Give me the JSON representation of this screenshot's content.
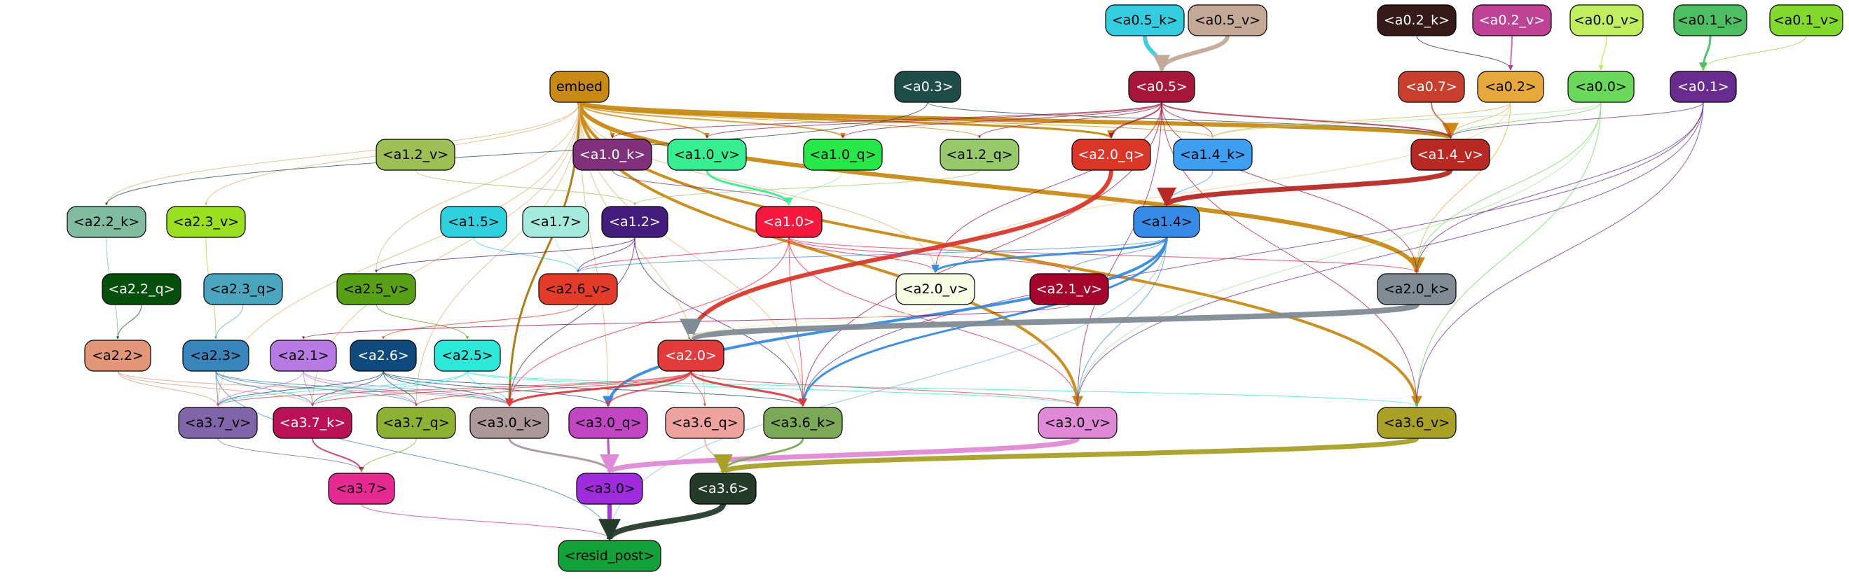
{
  "nodes": [
    {
      "id": "a0_5_k",
      "label": "<a0.5_k>",
      "fill": "#34cde0",
      "text": "#000000"
    },
    {
      "id": "a0_5_v",
      "label": "<a0.5_v>",
      "fill": "#c4a996",
      "text": "#000000"
    },
    {
      "id": "a0_2_k",
      "label": "<a0.2_k>",
      "fill": "#361919",
      "text": "#ffffff"
    },
    {
      "id": "a0_2_v",
      "label": "<a0.2_v>",
      "fill": "#be4395",
      "text": "#ffffff"
    },
    {
      "id": "a0_0_v",
      "label": "<a0.0_v>",
      "fill": "#c1ee5f",
      "text": "#000000"
    },
    {
      "id": "a0_1_k",
      "label": "<a0.1_k>",
      "fill": "#4bbf62",
      "text": "#000000"
    },
    {
      "id": "a0_1_v",
      "label": "<a0.1_v>",
      "fill": "#83d92e",
      "text": "#000000"
    },
    {
      "id": "embed",
      "label": "embed",
      "fill": "#c88a12",
      "text": "#000000"
    },
    {
      "id": "a0_3",
      "label": "<a0.3>",
      "fill": "#1f4d47",
      "text": "#ffffff"
    },
    {
      "id": "a0_5",
      "label": "<a0.5>",
      "fill": "#a5163a",
      "text": "#ffffff"
    },
    {
      "id": "a0_7",
      "label": "<a0.7>",
      "fill": "#c8402d",
      "text": "#ffffff"
    },
    {
      "id": "a0_2",
      "label": "<a0.2>",
      "fill": "#e6a838",
      "text": "#000000"
    },
    {
      "id": "a0_0",
      "label": "<a0.0>",
      "fill": "#6ad85b",
      "text": "#000000"
    },
    {
      "id": "a0_1",
      "label": "<a0.1>",
      "fill": "#682b8e",
      "text": "#ffffff"
    },
    {
      "id": "a1_2_v",
      "label": "<a1.2_v>",
      "fill": "#9ebf55",
      "text": "#000000"
    },
    {
      "id": "a1_0_k",
      "label": "<a1.0_k>",
      "fill": "#7f317a",
      "text": "#ffffff"
    },
    {
      "id": "a1_0_v",
      "label": "<a1.0_v>",
      "fill": "#38ee92",
      "text": "#000000"
    },
    {
      "id": "a1_0_q",
      "label": "<a1.0_q>",
      "fill": "#27e848",
      "text": "#000000"
    },
    {
      "id": "a1_2_q",
      "label": "<a1.2_q>",
      "fill": "#97c96a",
      "text": "#000000"
    },
    {
      "id": "a2_0_q",
      "label": "<a2.0_q>",
      "fill": "#db3729",
      "text": "#ffffff"
    },
    {
      "id": "a1_4_k",
      "label": "<a1.4_k>",
      "fill": "#3fa0f1",
      "text": "#000000"
    },
    {
      "id": "a1_4_v",
      "label": "<a1.4_v>",
      "fill": "#b92924",
      "text": "#ffffff"
    },
    {
      "id": "a2_2_k",
      "label": "<a2.2_k>",
      "fill": "#7fbca0",
      "text": "#000000"
    },
    {
      "id": "a2_3_v",
      "label": "<a2.3_v>",
      "fill": "#9ae021",
      "text": "#000000"
    },
    {
      "id": "a1_5",
      "label": "<a1.5>",
      "fill": "#30d1de",
      "text": "#000000"
    },
    {
      "id": "a1_7",
      "label": "<a1.7>",
      "fill": "#a4ebde",
      "text": "#000000"
    },
    {
      "id": "a1_2",
      "label": "<a1.2>",
      "fill": "#431d7c",
      "text": "#ffffff"
    },
    {
      "id": "a1_0",
      "label": "<a1.0>",
      "fill": "#f51a3d",
      "text": "#ffffff"
    },
    {
      "id": "a1_4",
      "label": "<a1.4>",
      "fill": "#358be5",
      "text": "#000000"
    },
    {
      "id": "a2_2_q",
      "label": "<a2.2_q>",
      "fill": "#04500c",
      "text": "#ffffff"
    },
    {
      "id": "a2_3_q",
      "label": "<a2.3_q>",
      "fill": "#4aa5be",
      "text": "#000000"
    },
    {
      "id": "a2_5_v",
      "label": "<a2.5_v>",
      "fill": "#58a117",
      "text": "#000000"
    },
    {
      "id": "a2_6_v",
      "label": "<a2.6_v>",
      "fill": "#e33d2a",
      "text": "#000000"
    },
    {
      "id": "a2_0_v",
      "label": "<a2.0_v>",
      "fill": "#f6fde4",
      "text": "#000000"
    },
    {
      "id": "a2_1_v",
      "label": "<a2.1_v>",
      "fill": "#a4032c",
      "text": "#ffffff"
    },
    {
      "id": "a2_0_k",
      "label": "<a2.0_k>",
      "fill": "#808b93",
      "text": "#000000"
    },
    {
      "id": "a2_2",
      "label": "<a2.2>",
      "fill": "#e39577",
      "text": "#000000"
    },
    {
      "id": "a2_3",
      "label": "<a2.3>",
      "fill": "#3785ba",
      "text": "#000000"
    },
    {
      "id": "a2_1",
      "label": "<a2.1>",
      "fill": "#b77ae3",
      "text": "#000000"
    },
    {
      "id": "a2_6",
      "label": "<a2.6>",
      "fill": "#0e4b7c",
      "text": "#ffffff"
    },
    {
      "id": "a2_5",
      "label": "<a2.5>",
      "fill": "#2ce8d9",
      "text": "#000000"
    },
    {
      "id": "a2_0",
      "label": "<a2.0>",
      "fill": "#e33a3c",
      "text": "#ffffff"
    },
    {
      "id": "a3_7_v",
      "label": "<a3.7_v>",
      "fill": "#8065a8",
      "text": "#000000"
    },
    {
      "id": "a3_7_k",
      "label": "<a3.7_k>",
      "fill": "#ba1156",
      "text": "#ffffff"
    },
    {
      "id": "a3_7_q",
      "label": "<a3.7_q>",
      "fill": "#8db233",
      "text": "#000000"
    },
    {
      "id": "a3_0_k",
      "label": "<a3.0_k>",
      "fill": "#ac9898",
      "text": "#000000"
    },
    {
      "id": "a3_0_q",
      "label": "<a3.0_q>",
      "fill": "#c245c3",
      "text": "#000000"
    },
    {
      "id": "a3_6_q",
      "label": "<a3.6_q>",
      "fill": "#eea39e",
      "text": "#000000"
    },
    {
      "id": "a3_6_k",
      "label": "<a3.6_k>",
      "fill": "#7ba957",
      "text": "#000000"
    },
    {
      "id": "a3_0_v",
      "label": "<a3.0_v>",
      "fill": "#e089d6",
      "text": "#000000"
    },
    {
      "id": "a3_6_v",
      "label": "<a3.6_v>",
      "fill": "#a8a125",
      "text": "#000000"
    },
    {
      "id": "a3_7",
      "label": "<a3.7>",
      "fill": "#e62a91",
      "text": "#000000"
    },
    {
      "id": "a3_0",
      "label": "<a3.0>",
      "fill": "#9e2bdc",
      "text": "#000000"
    },
    {
      "id": "a3_6",
      "label": "<a3.6>",
      "fill": "#253b29",
      "text": "#ffffff"
    },
    {
      "id": "resid_post",
      "label": "<resid_post>",
      "fill": "#13a139",
      "text": "#000000"
    }
  ],
  "edges": [
    {
      "from": "a0_5_k",
      "to": "a0_5",
      "color": "#34cde0",
      "weight": 6
    },
    {
      "from": "a0_5_v",
      "to": "a0_5",
      "color": "#c4a996",
      "weight": 6
    },
    {
      "from": "a0_2_k",
      "to": "a0_2",
      "color": "#361919",
      "weight": 1
    },
    {
      "from": "a0_2_v",
      "to": "a0_2",
      "color": "#be4395",
      "weight": 2
    },
    {
      "from": "a0_0_v",
      "to": "a0_0",
      "color": "#c1ee5f",
      "weight": 2
    },
    {
      "from": "a0_1_k",
      "to": "a0_1",
      "color": "#4bbf62",
      "weight": 3
    },
    {
      "from": "a0_1_v",
      "to": "a0_1",
      "color": "#83d92e",
      "weight": 1
    },
    {
      "from": "embed",
      "to": "a1_4_v",
      "color": "#c88a12",
      "weight": 6
    },
    {
      "from": "embed",
      "to": "a2_0_k",
      "color": "#c88a12",
      "weight": 6
    },
    {
      "from": "embed",
      "to": "a3_6_v",
      "color": "#c88a12",
      "weight": 4
    },
    {
      "from": "embed",
      "to": "a3_0_v",
      "color": "#c88a12",
      "weight": 4
    },
    {
      "from": "embed",
      "to": "a3_0_k",
      "color": "#a9760c",
      "weight": 3
    },
    {
      "from": "embed",
      "to": "a2_0_q",
      "color": "#c88a12",
      "weight": 3
    },
    {
      "from": "embed",
      "to": "a1_0_v",
      "color": "#c88a12",
      "weight": 2
    },
    {
      "from": "embed",
      "to": "a1_0_k",
      "color": "#c88a12",
      "weight": 2
    },
    {
      "from": "embed",
      "to": "a1_0_q",
      "color": "#c88a12",
      "weight": 2
    },
    {
      "from": "embed",
      "to": "a1_2_q",
      "color": "#c88a12",
      "weight": 1
    },
    {
      "from": "embed",
      "to": "a1_4_k",
      "color": "#c88a12",
      "weight": 1
    },
    {
      "from": "embed",
      "to": "a2_2_k",
      "color": "#e0b067",
      "weight": 1
    },
    {
      "from": "embed",
      "to": "a2_3_v",
      "color": "#e0b067",
      "weight": 1
    },
    {
      "from": "embed",
      "to": "a2_5_v",
      "color": "#e0b067",
      "weight": 1
    },
    {
      "from": "embed",
      "to": "a2_0_v",
      "color": "#e0b067",
      "weight": 1
    },
    {
      "from": "embed",
      "to": "a3_7_v",
      "color": "#e0b067",
      "weight": 1
    },
    {
      "from": "embed",
      "to": "a3_7_k",
      "color": "#e0b067",
      "weight": 1
    },
    {
      "from": "embed",
      "to": "a3_7_q",
      "color": "#e0b067",
      "weight": 1
    },
    {
      "from": "embed",
      "to": "a3_0_q",
      "color": "#e0b067",
      "weight": 1
    },
    {
      "from": "embed",
      "to": "a3_6_q",
      "color": "#e0b067",
      "weight": 1
    },
    {
      "from": "embed",
      "to": "a3_6_k",
      "color": "#e0b067",
      "weight": 1
    },
    {
      "from": "a0_3",
      "to": "a1_4_v",
      "color": "#1f4d47",
      "weight": 1
    },
    {
      "from": "a0_3",
      "to": "a2_2_k",
      "color": "#1f4d47",
      "weight": 1
    },
    {
      "from": "a0_5",
      "to": "a2_0_q",
      "color": "#a5163a",
      "weight": 2
    },
    {
      "from": "a0_5",
      "to": "a1_4_v",
      "color": "#a5163a",
      "weight": 2
    },
    {
      "from": "a0_5",
      "to": "a1_0_k",
      "color": "#a5163a",
      "weight": 1
    },
    {
      "from": "a0_5",
      "to": "a1_0_v",
      "color": "#a5163a",
      "weight": 1
    },
    {
      "from": "a0_5",
      "to": "a1_0_q",
      "color": "#a5163a",
      "weight": 1
    },
    {
      "from": "a0_5",
      "to": "a1_2_q",
      "color": "#a5163a",
      "weight": 1
    },
    {
      "from": "a0_5",
      "to": "a1_4_k",
      "color": "#a5163a",
      "weight": 1
    },
    {
      "from": "a0_5",
      "to": "a2_0_k",
      "color": "#a5163a",
      "weight": 1
    },
    {
      "from": "a0_5",
      "to": "a2_0_v",
      "color": "#a5163a",
      "weight": 1
    },
    {
      "from": "a0_5",
      "to": "a3_6_v",
      "color": "#a5163a",
      "weight": 1
    },
    {
      "from": "a0_5",
      "to": "a3_0_v",
      "color": "#a5163a",
      "weight": 1
    },
    {
      "from": "a0_5",
      "to": "a3_6_k",
      "color": "#a5163a",
      "weight": 1
    },
    {
      "from": "a0_7",
      "to": "a1_4_v",
      "color": "#c8402d",
      "weight": 2
    },
    {
      "from": "a0_2",
      "to": "a1_4_v",
      "color": "#e6a838",
      "weight": 1
    },
    {
      "from": "a0_2",
      "to": "a2_0_k",
      "color": "#e6a838",
      "weight": 1
    },
    {
      "from": "a0_2",
      "to": "a1_4_k",
      "color": "#e6a838",
      "weight": 1
    },
    {
      "from": "a0_2",
      "to": "a2_0_v",
      "color": "#eccf87",
      "weight": 1
    },
    {
      "from": "a0_0",
      "to": "a1_4_v",
      "color": "#6ad85b",
      "weight": 1
    },
    {
      "from": "a0_0",
      "to": "a2_0_k",
      "color": "#6ad85b",
      "weight": 1
    },
    {
      "from": "a0_0",
      "to": "a3_6_v",
      "color": "#6ad85b",
      "weight": 1
    },
    {
      "from": "a0_0",
      "to": "a3_0_v",
      "color": "#9fe594",
      "weight": 1
    },
    {
      "from": "a0_0",
      "to": "a1_4_k",
      "color": "#9fe594",
      "weight": 1
    },
    {
      "from": "a0_1",
      "to": "a1_4_v",
      "color": "#682b8e",
      "weight": 1
    },
    {
      "from": "a0_1",
      "to": "a2_0_k",
      "color": "#682b8e",
      "weight": 1
    },
    {
      "from": "a0_1",
      "to": "a3_6_v",
      "color": "#682b8e",
      "weight": 1
    },
    {
      "from": "a0_1",
      "to": "a3_0_v",
      "color": "#682b8e",
      "weight": 1
    },
    {
      "from": "a0_1",
      "to": "a3_6_k",
      "color": "#682b8e",
      "weight": 1
    },
    {
      "from": "a1_2_v",
      "to": "a1_2",
      "color": "#9ebf55",
      "weight": 1
    },
    {
      "from": "a1_0_k",
      "to": "a1_0",
      "color": "#7f317a",
      "weight": 1
    },
    {
      "from": "a1_0_v",
      "to": "a1_0",
      "color": "#38ee92",
      "weight": 3
    },
    {
      "from": "a1_0_q",
      "to": "a1_0",
      "color": "#97e69d",
      "weight": 1
    },
    {
      "from": "a1_2_q",
      "to": "a1_2",
      "color": "#97c96a",
      "weight": 1
    },
    {
      "from": "a2_0_q",
      "to": "a2_0",
      "color": "#db3729",
      "weight": 6
    },
    {
      "from": "a1_4_k",
      "to": "a1_4",
      "color": "#3fa0f1",
      "weight": 1
    },
    {
      "from": "a1_4_v",
      "to": "a1_4",
      "color": "#b92924",
      "weight": 7
    },
    {
      "from": "a2_2_k",
      "to": "a2_2",
      "color": "#7fbca0",
      "weight": 1
    },
    {
      "from": "a2_3_v",
      "to": "a2_3",
      "color": "#9ae021",
      "weight": 1
    },
    {
      "from": "a1_5",
      "to": "a2_6_v",
      "color": "#30d1de",
      "weight": 1
    },
    {
      "from": "a1_7",
      "to": "a2_6_v",
      "color": "#a4ebde",
      "weight": 1
    },
    {
      "from": "a1_2",
      "to": "a2_6_v",
      "color": "#431d7c",
      "weight": 1
    },
    {
      "from": "a1_2",
      "to": "a2_5_v",
      "color": "#431d7c",
      "weight": 1
    },
    {
      "from": "a1_2",
      "to": "a3_6_k",
      "color": "#431d7c",
      "weight": 1
    },
    {
      "from": "a1_2",
      "to": "a3_0_k",
      "color": "#431d7c",
      "weight": 1
    },
    {
      "from": "a1_0",
      "to": "a2_6_v",
      "color": "#f51a3d",
      "weight": 1
    },
    {
      "from": "a1_0",
      "to": "a2_0_v",
      "color": "#f51a3d",
      "weight": 1
    },
    {
      "from": "a1_0",
      "to": "a2_1_v",
      "color": "#f51a3d",
      "weight": 1
    },
    {
      "from": "a1_0",
      "to": "a2_0_k",
      "color": "#f51a3d",
      "weight": 1
    },
    {
      "from": "a1_0",
      "to": "a3_0_v",
      "color": "#f51a3d",
      "weight": 1
    },
    {
      "from": "a1_0",
      "to": "a3_6_k",
      "color": "#f51a3d",
      "weight": 1
    },
    {
      "from": "a1_0",
      "to": "a3_0_k",
      "color": "#f51a3d",
      "weight": 1
    },
    {
      "from": "a1_4",
      "to": "a3_0_q",
      "color": "#358be5",
      "weight": 4
    },
    {
      "from": "a1_4",
      "to": "a3_6_k",
      "color": "#358be5",
      "weight": 3
    },
    {
      "from": "a1_4",
      "to": "a2_0_v",
      "color": "#358be5",
      "weight": 3
    },
    {
      "from": "a1_4",
      "to": "a2_1_v",
      "color": "#358be5",
      "weight": 1
    },
    {
      "from": "a1_4",
      "to": "a2_6_v",
      "color": "#358be5",
      "weight": 1
    },
    {
      "from": "a1_4",
      "to": "resid_post",
      "color": "#7fb5ed",
      "weight": 1
    },
    {
      "from": "a1_4",
      "to": "a3_0_v",
      "color": "#358be5",
      "weight": 1
    },
    {
      "from": "a2_2_q",
      "to": "a2_2",
      "color": "#04500c",
      "weight": 1
    },
    {
      "from": "a2_3_q",
      "to": "a2_3",
      "color": "#4aa5be",
      "weight": 1
    },
    {
      "from": "a2_5_v",
      "to": "a2_5",
      "color": "#58a117",
      "weight": 1
    },
    {
      "from": "a2_1_v",
      "to": "a2_1",
      "color": "#a4032c",
      "weight": 1
    },
    {
      "from": "a2_6_v",
      "to": "a2_6",
      "color": "#e33d2a",
      "weight": 1
    },
    {
      "from": "a2_0_k",
      "to": "a2_0",
      "color": "#808b93",
      "weight": 8
    },
    {
      "from": "a2_0_v",
      "to": "a2_0",
      "color": "#f0f3c8",
      "weight": 2
    },
    {
      "from": "a2_2",
      "to": "a3_7_v",
      "color": "#e39577",
      "weight": 1
    },
    {
      "from": "a2_2",
      "to": "a3_7_k",
      "color": "#e39577",
      "weight": 1
    },
    {
      "from": "a2_2",
      "to": "a3_0_k",
      "color": "#e39577",
      "weight": 1
    },
    {
      "from": "a2_3",
      "to": "a3_7_v",
      "color": "#3785ba",
      "weight": 1
    },
    {
      "from": "a2_3",
      "to": "a3_7_k",
      "color": "#3785ba",
      "weight": 1
    },
    {
      "from": "a2_3",
      "to": "a3_7_q",
      "color": "#3785ba",
      "weight": 1
    },
    {
      "from": "a2_3",
      "to": "a3_0_k",
      "color": "#3785ba",
      "weight": 1
    },
    {
      "from": "a2_3",
      "to": "resid_post",
      "color": "#3785ba",
      "weight": 1
    },
    {
      "from": "a2_1",
      "to": "a3_7_v",
      "color": "#b77ae3",
      "weight": 1
    },
    {
      "from": "a2_1",
      "to": "a3_7_k",
      "color": "#b77ae3",
      "weight": 1
    },
    {
      "from": "a2_1",
      "to": "a3_7_q",
      "color": "#b77ae3",
      "weight": 1
    },
    {
      "from": "a2_1",
      "to": "a3_0_k",
      "color": "#b77ae3",
      "weight": 1
    },
    {
      "from": "a2_6",
      "to": "a3_7_v",
      "color": "#0e4b7c",
      "weight": 1
    },
    {
      "from": "a2_6",
      "to": "a3_7_k",
      "color": "#0e4b7c",
      "weight": 1
    },
    {
      "from": "a2_6",
      "to": "a3_7_q",
      "color": "#0e4b7c",
      "weight": 1
    },
    {
      "from": "a2_6",
      "to": "a3_0_k",
      "color": "#0e4b7c",
      "weight": 1
    },
    {
      "from": "a2_6",
      "to": "a3_0_q",
      "color": "#0e4b7c",
      "weight": 1
    },
    {
      "from": "a2_6",
      "to": "a3_6_k",
      "color": "#0e4b7c",
      "weight": 1
    },
    {
      "from": "a2_5",
      "to": "a3_0_v",
      "color": "#2ce8d9",
      "weight": 1
    },
    {
      "from": "a2_5",
      "to": "a3_6_v",
      "color": "#2ce8d9",
      "weight": 1
    },
    {
      "from": "a2_5",
      "to": "a3_7_v",
      "color": "#2ce8d9",
      "weight": 1
    },
    {
      "from": "a2_5",
      "to": "a3_7_k",
      "color": "#2ce8d9",
      "weight": 1
    },
    {
      "from": "a2_5",
      "to": "a3_0_k",
      "color": "#2ce8d9",
      "weight": 1
    },
    {
      "from": "a2_0",
      "to": "a3_0_k",
      "color": "#e33a3c",
      "weight": 3
    },
    {
      "from": "a2_0",
      "to": "a3_6_k",
      "color": "#e33a3c",
      "weight": 3
    },
    {
      "from": "a2_0",
      "to": "a3_0_q",
      "color": "#e33a3c",
      "weight": 2
    },
    {
      "from": "a2_0",
      "to": "a3_6_q",
      "color": "#e33a3c",
      "weight": 1
    },
    {
      "from": "a2_0",
      "to": "a3_7_v",
      "color": "#e33a3c",
      "weight": 1
    },
    {
      "from": "a2_0",
      "to": "a3_7_k",
      "color": "#e33a3c",
      "weight": 1
    },
    {
      "from": "a2_0",
      "to": "a3_7_q",
      "color": "#e33a3c",
      "weight": 1
    },
    {
      "from": "a2_0",
      "to": "a3_0_v",
      "color": "#e33a3c",
      "weight": 1
    },
    {
      "from": "a3_7_v",
      "to": "a3_7",
      "color": "#8065a8",
      "weight": 1
    },
    {
      "from": "a3_7_k",
      "to": "a3_7",
      "color": "#ba1156",
      "weight": 2
    },
    {
      "from": "a3_7_q",
      "to": "a3_7",
      "color": "#8db233",
      "weight": 1
    },
    {
      "from": "a3_0_k",
      "to": "a3_0",
      "color": "#ac9898",
      "weight": 3
    },
    {
      "from": "a3_0_q",
      "to": "a3_0",
      "color": "#c245c3",
      "weight": 3
    },
    {
      "from": "a3_0_v",
      "to": "a3_0",
      "color": "#e089d6",
      "weight": 7
    },
    {
      "from": "a3_6_q",
      "to": "a3_6",
      "color": "#eea39e",
      "weight": 2
    },
    {
      "from": "a3_6_k",
      "to": "a3_6",
      "color": "#7ba957",
      "weight": 3
    },
    {
      "from": "a3_6_v",
      "to": "a3_6",
      "color": "#a8a125",
      "weight": 7
    },
    {
      "from": "a3_7",
      "to": "resid_post",
      "color": "#e62a91",
      "weight": 1
    },
    {
      "from": "a3_0",
      "to": "resid_post",
      "color": "#9e2bdc",
      "weight": 6
    },
    {
      "from": "a3_6",
      "to": "resid_post",
      "color": "#253b29",
      "weight": 8
    }
  ]
}
